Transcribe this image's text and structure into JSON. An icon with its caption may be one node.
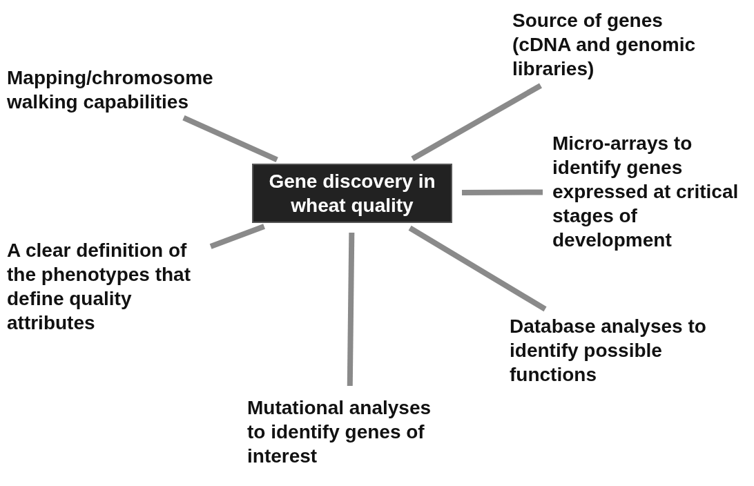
{
  "diagram": {
    "nodes": [
      {
        "text": [
          "Gene discovery in wheat quality"
        ]
      },
      {
        "text": [
          "Mapping/chromosome walking capabilities"
        ]
      },
      {
        "text": [
          "Source of genes (cDNA and genomic libraries)"
        ]
      },
      {
        "text": [
          "Micro-arrays to identify genes expressed at critical stages of development"
        ]
      },
      {
        "text": [
          "A clear definition of the phenotypes that define quality attributes"
        ]
      },
      {
        "text": [
          "Mutational analyses to identify genes of interest"
        ]
      },
      {
        "text": [
          "Database analyses to identify possible functions"
        ]
      }
    ],
    "edges": [
      {
        "from": 0,
        "to": 1,
        "arrow": "none"
      },
      {
        "from": 0,
        "to": 2,
        "arrow": "none"
      },
      {
        "from": 0,
        "to": 3,
        "arrow": "none"
      },
      {
        "from": 0,
        "to": 4,
        "arrow": "none"
      },
      {
        "from": 0,
        "to": 5,
        "arrow": "none"
      },
      {
        "from": 0,
        "to": 6,
        "arrow": "none"
      }
    ]
  }
}
